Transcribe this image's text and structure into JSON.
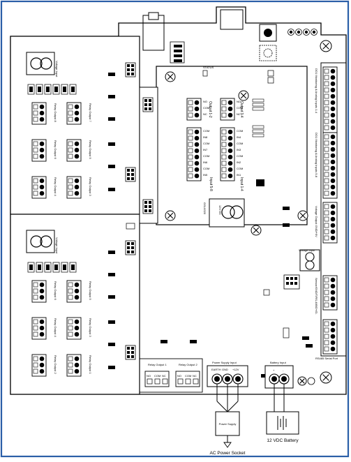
{
  "colors": {
    "border": "#2b5fa8",
    "line": "#000000",
    "background": "#ffffff"
  },
  "left_modules": {
    "top_section": {
      "voltage_input": "Voltage Input",
      "relay_outputs": [
        {
          "label": "Relay Output 8"
        },
        {
          "label": "Relay Output 7"
        },
        {
          "label": "Relay Output 6"
        },
        {
          "label": "Relay Output 5"
        },
        {
          "label": "Relay Output 4"
        },
        {
          "label": "Relay Output 3"
        }
      ]
    },
    "bottom_section": {
      "voltage_input": "Voltage Input",
      "relay_outputs": [
        {
          "label": "Relay Output 6"
        },
        {
          "label": "Relay Output 5"
        },
        {
          "label": "Relay Output 4"
        },
        {
          "label": "Relay Output 3"
        },
        {
          "label": "Relay Output 2"
        },
        {
          "label": "Relay Output 1"
        }
      ]
    }
  },
  "center_module": {
    "inputs_5_8": "Input 5-8",
    "inputs_1_4": "Input 1-4",
    "outputs_1_2": "Output 1-2",
    "outputs_3_4": "Output 3-4",
    "power_label": "12V DC",
    "side_label": "GSI-8320",
    "status_label": "STATUS",
    "pin_labels_a": [
      "COM",
      "IN8",
      "COM",
      "IN7",
      "COM",
      "IN6",
      "COM",
      "IN5"
    ],
    "pin_labels_b": [
      "COM",
      "IN4",
      "COM",
      "IN3",
      "COM",
      "IN2",
      "COM",
      "IN1"
    ],
    "pin_labels_out": [
      "NO",
      "COM",
      "NC",
      "NO",
      "COM",
      "NC"
    ]
  },
  "right_strip": {
    "a": "DO1 Monitoring & Analog Inputs 1-4",
    "b": "DO1 Monitoring & Analog Inputs 5-8",
    "c": "Voltage Output GND/+5V",
    "d": "Voltage Input",
    "e": "Sensor/GND/T/RS-485/D+/D-",
    "f": "RS485 Serial Port"
  },
  "bottom_terminals": {
    "relay_output_1": "Relay Output 1",
    "relay_output_2": "Relay Output 2",
    "terminal_pins": [
      "NO",
      "COM",
      "NC"
    ],
    "power_supply_input": "Power Supply Input",
    "power_pins": [
      "EARTH",
      "GND",
      "+12V"
    ],
    "battery_input": "Battery Input",
    "battery_pins": [
      "+",
      "-"
    ]
  },
  "external": {
    "power_supply": "Power Supply",
    "ac_socket": "AC Power Socket",
    "battery": "12 VDC Battery"
  }
}
